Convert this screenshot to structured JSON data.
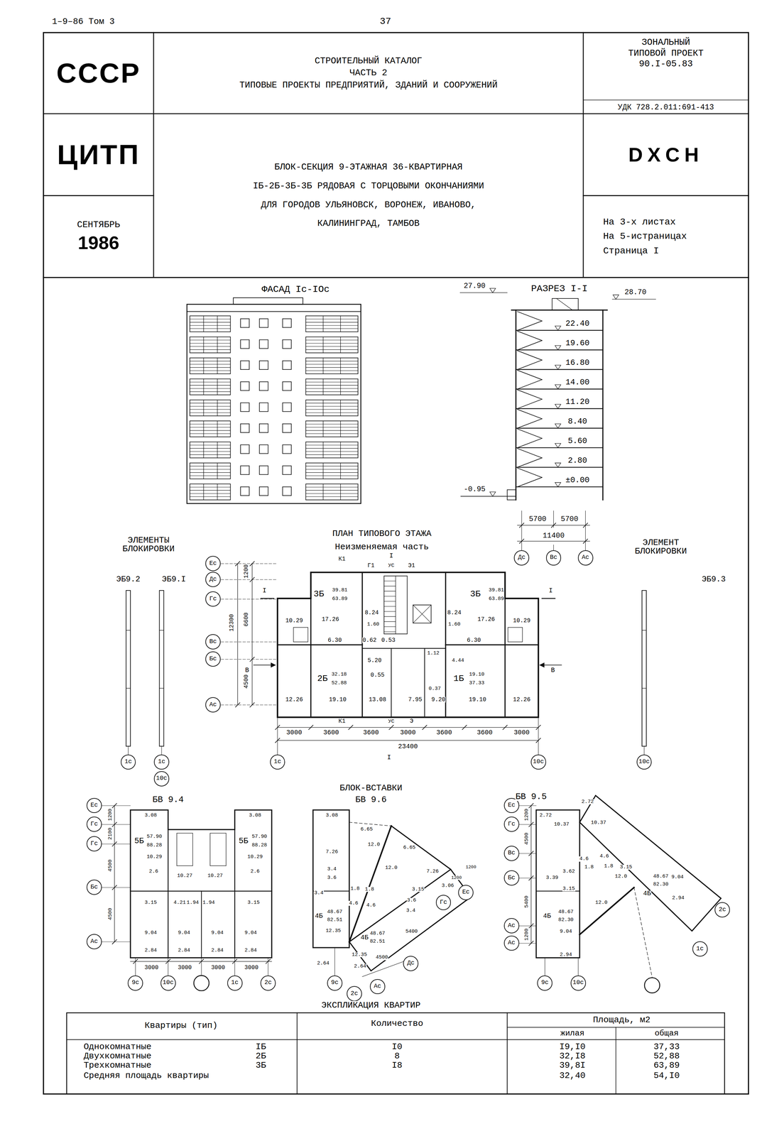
{
  "diagram": {
    "nodes": [
      {
        "text": [
          "СССР"
        ]
      },
      {
        "text": [
          "СТРОИТЕЛЬНЫЙ КАТАЛОГ",
          "ЧАСТЬ 2",
          "ТИПОВЫЕ ПРОЕКТЫ ПРЕДПРИЯТИЙ, ЗДАНИЙ И СООРУЖЕНИЙ"
        ]
      },
      {
        "text": [
          "ЗОНАЛЬНЫЙ ТИПОВОЙ ПРОЕКТ",
          "90.I-05.83",
          "УДК 728.2.011:691-413"
        ]
      },
      {
        "text": [
          "ЦИТП"
        ]
      },
      {
        "text": [
          "БЛОК-СЕКЦИЯ 9-ЭТАЖНАЯ 36-КВАРТИРНАЯ IБ-2Б-3Б-3Б РЯДОВАЯ С ТОРЦОВЫМИ ОКОНЧАНИЯМИ ДЛЯ ГОРОДОВ УЛЬЯНОВСК, ВОРОНЕЖ, ИВАНОВО, КАЛИНИНГРАД, ТАМБОВ"
        ]
      },
      {
        "text": [
          "DXCH"
        ]
      },
      {
        "text": [
          "СЕНТЯБРЬ",
          "1986"
        ]
      },
      {
        "text": [
          "На 3-х листах",
          "На 5-истраницах",
          "Страница I"
        ]
      },
      {
        "text": [
          "Дс"
        ]
      },
      {
        "text": [
          "Вс"
        ]
      },
      {
        "text": [
          "Ас"
        ]
      },
      {
        "text": [
          "Ес"
        ]
      },
      {
        "text": [
          "Дс"
        ]
      },
      {
        "text": [
          "Гс"
        ]
      },
      {
        "text": [
          "Вс"
        ]
      },
      {
        "text": [
          "Бс"
        ]
      },
      {
        "text": [
          "Ас"
        ]
      },
      {
        "text": [
          "1с"
        ]
      },
      {
        "text": [
          "1с"
        ]
      },
      {
        "text": [
          "10с"
        ]
      },
      {
        "text": [
          "1с"
        ]
      },
      {
        "text": [
          "10с"
        ]
      },
      {
        "text": [
          "10с"
        ]
      },
      {
        "text": [
          "Ес"
        ]
      },
      {
        "text": [
          "Гс"
        ]
      },
      {
        "text": [
          "Гс"
        ]
      },
      {
        "text": [
          "Бс"
        ]
      },
      {
        "text": [
          "Ас"
        ]
      },
      {
        "text": [
          "9с"
        ]
      },
      {
        "text": [
          "10с"
        ]
      },
      {
        "text": [
          "1с"
        ]
      },
      {
        "text": [
          "2с"
        ]
      },
      {
        "text": [
          "9с"
        ]
      },
      {
        "text": [
          "2с"
        ]
      },
      {
        "text": [
          "Ас"
        ]
      },
      {
        "text": [
          "Дс"
        ]
      },
      {
        "text": [
          "Гс"
        ]
      },
      {
        "text": [
          "Ес"
        ]
      },
      {
        "text": [
          "Ес"
        ]
      },
      {
        "text": [
          "Гс"
        ]
      },
      {
        "text": [
          "Вс"
        ]
      },
      {
        "text": [
          "Бс"
        ]
      },
      {
        "text": [
          "Ас"
        ]
      },
      {
        "text": [
          "Ас"
        ]
      },
      {
        "text": [
          "9с"
        ]
      },
      {
        "text": [
          "10с"
        ]
      },
      {
        "text": [
          "1с"
        ]
      },
      {
        "text": [
          "2с"
        ]
      }
    ],
    "labels": [
      "1–9–86 Том 3",
      "37",
      "ФАСАД Iс-IОс",
      "РАЗРЕЗ I-I",
      "27.90",
      "28.70",
      "22.40",
      "19.60",
      "16.80",
      "14.00",
      "11.20",
      "8.40",
      "5.60",
      "2.80",
      "±0.00",
      "-0.95",
      "5700",
      "5700",
      "11400",
      "ЭЛЕМЕНТЫ БЛОКИРОВКИ",
      "ЭБ9.2",
      "ЭБ9.I",
      "ПЛАН ТИПОВОГО ЭТАЖА",
      "Неизменяемая часть",
      "ЭЛЕМЕНТ БЛОКИРОВКИ",
      "ЭБ9.3",
      "К1",
      "I",
      "Г1",
      "УС",
      "Э1",
      "I",
      "I",
      "В",
      "В",
      "К1",
      "УС",
      "Э",
      "I",
      "3Б",
      "39.81",
      "63.89",
      "3Б",
      "39.81",
      "63.89",
      "17.26",
      "17.26",
      "8.24",
      "8.24",
      "1.60",
      "1.60",
      "10.29",
      "10.29",
      "6.30",
      "0.62",
      "0.53",
      "6.30",
      "5.20",
      "1.12",
      "4.44",
      "2Б",
      "32.18",
      "52.88",
      "0.55",
      "0.37",
      "1Б",
      "19.10",
      "37.33",
      "12.26",
      "19.10",
      "13.08",
      "7.95",
      "9.20",
      "19.10",
      "12.26",
      "1200",
      "6600",
      "12300",
      "4500",
      "3000",
      "3600",
      "3600",
      "3000",
      "3600",
      "3600",
      "3000",
      "23400",
      "БЛОК-ВСТАВКИ",
      "БВ 9.6",
      "БВ 9.4",
      "БВ 9.5",
      "3.08",
      "3.08",
      "5Б",
      "57.90",
      "88.28",
      "5Б",
      "57.90",
      "88.28",
      "10.29",
      "10.29",
      "2.6",
      "2.6",
      "10.27",
      "10.27",
      "3.15",
      "4.21",
      "1.94",
      "1.94",
      "3.15",
      "9.04",
      "9.04",
      "9.04",
      "9.04",
      "2.84",
      "2.84",
      "2.84",
      "2.84",
      "3000",
      "3000",
      "3000",
      "3000",
      "1200",
      "2100",
      "4500",
      "4500",
      "3.08",
      "7.26",
      "6.65",
      "12.0",
      "6.65",
      "12.0",
      "7.26",
      "3.06",
      "3.4",
      "3.6",
      "3.4",
      "1.8",
      "1.8",
      "4.6",
      "4.6",
      "3.15",
      "3.6",
      "3.4",
      "4Б",
      "48.67",
      "82.51",
      "12.35",
      "4Б",
      "48.67",
      "82.51",
      "12.35",
      "2.64",
      "2.64",
      "4500",
      "5400",
      "1200",
      "1200",
      "2.72",
      "2.72",
      "10.37",
      "10.37",
      "4.6",
      "4.6",
      "1.8",
      "1.8",
      "3.62",
      "3.39",
      "3.15",
      "3.15",
      "4Б",
      "48.67",
      "82.30",
      "9.04",
      "12.0",
      "12.0",
      "4Б",
      "48.67",
      "82.30",
      "9.04",
      "2.94",
      "2.94",
      "1200",
      "4500",
      "5400",
      "1200",
      "ЭКСПЛИКАЦИЯ КВАРТИР",
      "Квартиры (тип)",
      "Количество",
      "Площадь, м2",
      "жилая",
      "общая",
      "Однокомнатные",
      "IБ",
      "I0",
      "I9,I0",
      "37,33",
      "Двухкомнатные",
      "2Б",
      "8",
      "32,I8",
      "52,88",
      "Трехкомнатные",
      "3Б",
      "I8",
      "39,8I",
      "63,89",
      "Средняя площадь квартиры",
      "32,40",
      "54,I0"
    ]
  }
}
